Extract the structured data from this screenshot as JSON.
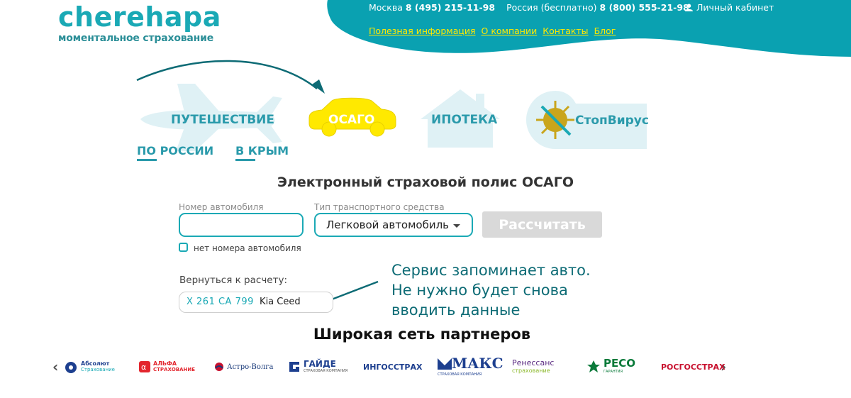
{
  "brand": {
    "name": "cherehapa",
    "tagline": "моментальное страхование"
  },
  "header": {
    "city": "Москва",
    "moscow_phone": "8 (495) 215-11-98",
    "russia_label": "Россия (бесплатно)",
    "russia_phone": "8 (800) 555-21-98",
    "cabinet": "Личный кабинет",
    "nav": [
      "Полезная информация",
      "О компании",
      "Контакты",
      "Блог"
    ]
  },
  "categories": {
    "travel": "ПУТЕШЕСТВИЕ",
    "osago": "ОСАГО",
    "mortgage": "ИПОТЕКА",
    "stopvirus": "СтопВирус",
    "sub_russia": "ПО РОССИИ",
    "sub_crimea": "В КРЫМ"
  },
  "form": {
    "title": "Электронный страховой полис ОСАГО",
    "car_number_label": "Номер автомобиля",
    "car_number_value": "",
    "vehicle_type_label": "Тип транспортного средства",
    "vehicle_type_value": "Легковой автомобиль",
    "calc_button": "Рассчитать",
    "no_number_label": "нет номера автомобиля",
    "return_label": "Вернуться к расчету:",
    "saved_plate": "Х 261 СА 799",
    "saved_model": "Kia Ceed"
  },
  "annotation": {
    "line1": "Сервис запоминает авто.",
    "line2": "Не нужно будет снова",
    "line3": "вводить данные"
  },
  "partners": {
    "title": "Широкая сеть партнеров",
    "items": [
      {
        "name": "Абсолют",
        "sub": "Страхование",
        "color": "#1d3f8f"
      },
      {
        "name": "АЛЬФА",
        "sub": "СТРАХОВАНИЕ",
        "color": "#e3262e"
      },
      {
        "name": "Астро-Волга",
        "color": "#1a3a7a"
      },
      {
        "name": "ГАЙДЕ",
        "sub": "СТРАХОВАЯ КОМПАНИЯ",
        "color": "#1d3f8f"
      },
      {
        "name": "ИНГОССТРАХ",
        "color": "#1d3f8f"
      },
      {
        "name": "МАКС",
        "sub": "СТРАХОВАЯ КОМПАНИЯ",
        "color": "#1d3f8f"
      },
      {
        "name": "Ренессанс",
        "sub": "страхование",
        "color": "#5a2a82"
      },
      {
        "name": "РЕСО",
        "sub": "ГАРАНТИЯ",
        "color": "#0a7a3a"
      },
      {
        "name": "РОСГОССТРАХ",
        "color": "#c8102e"
      }
    ]
  },
  "colors": {
    "teal": "#1aa9b5",
    "yellow": "#ffe900",
    "light_teal": "#dff1f5"
  }
}
